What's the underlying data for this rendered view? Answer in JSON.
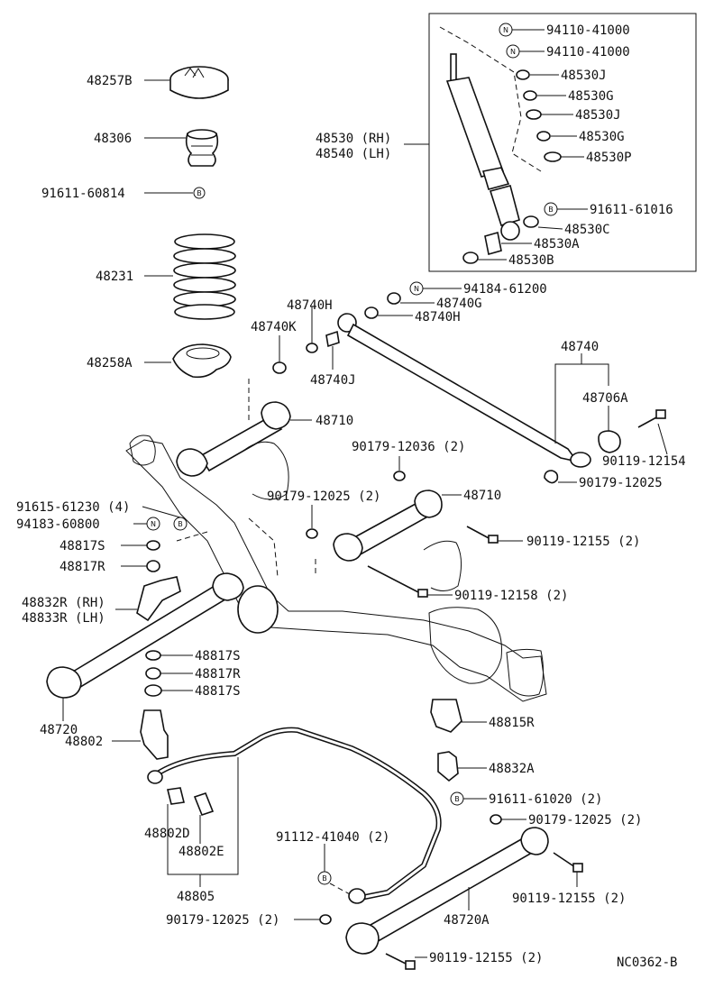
{
  "diagram_code": "NC0362-B",
  "labels": {
    "l48257B": "48257B",
    "l48306": "48306",
    "l91611_60814": "91611-60814",
    "l48231": "48231",
    "l48258A": "48258A",
    "l94110a": "94110-41000",
    "l94110b": "94110-41000",
    "l48530J_1": "48530J",
    "l48530G_1": "48530G",
    "l48530J_2": "48530J",
    "l48530G_2": "48530G",
    "l48530P": "48530P",
    "l48530RH": "48530 (RH)",
    "l48540LH": "48540 (LH)",
    "l91611_61016": "91611-61016",
    "l48530C": "48530C",
    "l48530A": "48530A",
    "l48530B": "48530B",
    "l94184": "94184-61200",
    "l48740G": "48740G",
    "l48740H_1": "48740H",
    "l48740H_2": "48740H",
    "l48740K": "48740K",
    "l48740J": "48740J",
    "l48740": "48740",
    "l48706A": "48706A",
    "l90119_12154": "90119-12154",
    "l48710_1": "48710",
    "l90179_12036": "90179-12036 (2)",
    "l90179_12025_a": "90179-12025 (2)",
    "l48710_2": "48710",
    "l90179_12025_b": "90179-12025",
    "l91615": "91615-61230 (4)",
    "l94183": "94183-60800",
    "l48817S_1": "48817S",
    "l48817R_1": "48817R",
    "l90119_12155_a": "90119-12155 (2)",
    "l90119_12158": "90119-12158 (2)",
    "l48832R": "48832R (RH)",
    "l48833R": "48833R (LH)",
    "l48817S_2": "48817S",
    "l48817R_2": "48817R",
    "l48817S_3": "48817S",
    "l48720": "48720",
    "l48802": "48802",
    "l48815R": "48815R",
    "l48832A": "48832A",
    "l91611_61020": "91611-61020 (2)",
    "l90179_12025_c": "90179-12025 (2)",
    "l91112": "91112-41040 (2)",
    "l48802D": "48802D",
    "l48802E": "48802E",
    "l48805": "48805",
    "l90119_12155_b": "90119-12155 (2)",
    "l90179_12025_d": "90179-12025 (2)",
    "l48720A": "48720A",
    "l90119_12155_c": "90119-12155 (2)"
  },
  "symbols": {
    "nut": "N",
    "bolt": "B"
  }
}
